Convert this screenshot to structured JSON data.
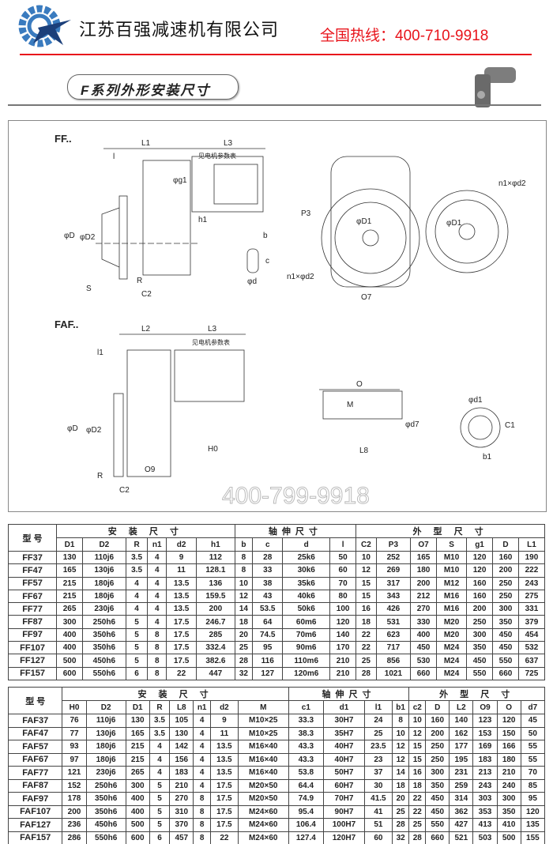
{
  "header": {
    "company": "江苏百强减速机有限公司",
    "hotline": "全国热线：400-710-9918",
    "section_title": "F系列外形安装尺寸",
    "watermark": "400-799-9918"
  },
  "colors": {
    "accent": "#e8141b",
    "logo_blue": "#3a7bbf",
    "logo_dark": "#1b3f7a"
  },
  "drawing": {
    "ff_label": "FF..",
    "faf_label": "FAF..",
    "motor_note": "见电机参数表",
    "ff": {
      "L1": "L1",
      "L3": "L3",
      "l": "l",
      "g1": "φg1",
      "h1": "h1",
      "D": "φD",
      "D2": "φD2",
      "S": "S",
      "R": "R",
      "C2": "C2",
      "b": "b",
      "c": "c",
      "d": "φd",
      "n1d2": "n1×φd2",
      "P3": "P3",
      "D1": "φD1",
      "O7": "O7",
      "n1d2b": "n1×φd2",
      "D1b": "φD1"
    },
    "faf": {
      "L2": "L2",
      "L3": "L3",
      "l1": "l1",
      "D": "φD",
      "D2": "φD2",
      "H0": "H0",
      "R": "R",
      "C2": "C2",
      "O9": "O9",
      "O": "O",
      "M": "M",
      "d7": "φd7",
      "L8": "L8",
      "d1": "φd1",
      "C1": "C1",
      "b1": "b1"
    }
  },
  "table_ff": {
    "model_header": "型 号",
    "groups": [
      "安 装 尺 寸",
      "轴伸尺寸",
      "外 型 尺 寸"
    ],
    "columns": [
      "D1",
      "D2",
      "R",
      "n1",
      "d2",
      "h1",
      "b",
      "c",
      "d",
      "l",
      "C2",
      "P3",
      "O7",
      "S",
      "g1",
      "D",
      "L1"
    ],
    "rows": [
      [
        "FF37",
        "130",
        "110j6",
        "3.5",
        "4",
        "9",
        "112",
        "8",
        "28",
        "25k6",
        "50",
        "10",
        "252",
        "165",
        "M10",
        "120",
        "160",
        "190"
      ],
      [
        "FF47",
        "165",
        "130j6",
        "3.5",
        "4",
        "11",
        "128.1",
        "8",
        "33",
        "30k6",
        "60",
        "12",
        "269",
        "180",
        "M10",
        "120",
        "200",
        "222"
      ],
      [
        "FF57",
        "215",
        "180j6",
        "4",
        "4",
        "13.5",
        "136",
        "10",
        "38",
        "35k6",
        "70",
        "15",
        "317",
        "200",
        "M12",
        "160",
        "250",
        "243"
      ],
      [
        "FF67",
        "215",
        "180j6",
        "4",
        "4",
        "13.5",
        "159.5",
        "12",
        "43",
        "40k6",
        "80",
        "15",
        "343",
        "212",
        "M16",
        "160",
        "250",
        "275"
      ],
      [
        "FF77",
        "265",
        "230j6",
        "4",
        "4",
        "13.5",
        "200",
        "14",
        "53.5",
        "50k6",
        "100",
        "16",
        "426",
        "270",
        "M16",
        "200",
        "300",
        "331"
      ],
      [
        "FF87",
        "300",
        "250h6",
        "5",
        "4",
        "17.5",
        "246.7",
        "18",
        "64",
        "60m6",
        "120",
        "18",
        "531",
        "330",
        "M20",
        "250",
        "350",
        "379"
      ],
      [
        "FF97",
        "400",
        "350h6",
        "5",
        "8",
        "17.5",
        "285",
        "20",
        "74.5",
        "70m6",
        "140",
        "22",
        "623",
        "400",
        "M20",
        "300",
        "450",
        "454"
      ],
      [
        "FF107",
        "400",
        "350h6",
        "5",
        "8",
        "17.5",
        "332.4",
        "25",
        "95",
        "90m6",
        "170",
        "22",
        "717",
        "450",
        "M24",
        "350",
        "450",
        "532"
      ],
      [
        "FF127",
        "500",
        "450h6",
        "5",
        "8",
        "17.5",
        "382.6",
        "28",
        "116",
        "110m6",
        "210",
        "25",
        "856",
        "530",
        "M24",
        "450",
        "550",
        "637"
      ],
      [
        "FF157",
        "600",
        "550h6",
        "6",
        "8",
        "22",
        "447",
        "32",
        "127",
        "120m6",
        "210",
        "28",
        "1021",
        "660",
        "M24",
        "550",
        "660",
        "725"
      ]
    ]
  },
  "table_faf": {
    "model_header": "型 号",
    "groups": [
      "安 装 尺 寸",
      "轴伸尺寸",
      "外 型 尺 寸"
    ],
    "columns": [
      "H0",
      "D2",
      "D1",
      "R",
      "L8",
      "n1",
      "d2",
      "M",
      "c1",
      "d1",
      "l1",
      "b1",
      "c2",
      "D",
      "L2",
      "O9",
      "O",
      "d7"
    ],
    "rows": [
      [
        "FAF37",
        "76",
        "110j6",
        "130",
        "3.5",
        "105",
        "4",
        "9",
        "M10×25",
        "33.3",
        "30H7",
        "24",
        "8",
        "10",
        "160",
        "140",
        "123",
        "120",
        "45"
      ],
      [
        "FAF47",
        "77",
        "130j6",
        "165",
        "3.5",
        "130",
        "4",
        "11",
        "M10×25",
        "38.3",
        "35H7",
        "25",
        "10",
        "12",
        "200",
        "162",
        "153",
        "150",
        "50"
      ],
      [
        "FAF57",
        "93",
        "180j6",
        "215",
        "4",
        "142",
        "4",
        "13.5",
        "M16×40",
        "43.3",
        "40H7",
        "23.5",
        "12",
        "15",
        "250",
        "177",
        "169",
        "166",
        "55"
      ],
      [
        "FAF67",
        "97",
        "180j6",
        "215",
        "4",
        "156",
        "4",
        "13.5",
        "M16×40",
        "43.3",
        "40H7",
        "23",
        "12",
        "15",
        "250",
        "195",
        "183",
        "180",
        "55"
      ],
      [
        "FAF77",
        "121",
        "230j6",
        "265",
        "4",
        "183",
        "4",
        "13.5",
        "M16×40",
        "53.8",
        "50H7",
        "37",
        "14",
        "16",
        "300",
        "231",
        "213",
        "210",
        "70"
      ],
      [
        "FAF87",
        "152",
        "250h6",
        "300",
        "5",
        "210",
        "4",
        "17.5",
        "M20×50",
        "64.4",
        "60H7",
        "30",
        "18",
        "18",
        "350",
        "259",
        "243",
        "240",
        "85"
      ],
      [
        "FAF97",
        "178",
        "350h6",
        "400",
        "5",
        "270",
        "8",
        "17.5",
        "M20×50",
        "74.9",
        "70H7",
        "41.5",
        "20",
        "22",
        "450",
        "314",
        "303",
        "300",
        "95"
      ],
      [
        "FAF107",
        "200",
        "350h6",
        "400",
        "5",
        "310",
        "8",
        "17.5",
        "M24×60",
        "95.4",
        "90H7",
        "41",
        "25",
        "22",
        "450",
        "362",
        "353",
        "350",
        "120"
      ],
      [
        "FAF127",
        "236",
        "450h6",
        "500",
        "5",
        "370",
        "8",
        "17.5",
        "M24×60",
        "106.4",
        "100H7",
        "51",
        "28",
        "25",
        "550",
        "427",
        "413",
        "410",
        "135"
      ],
      [
        "FAF157",
        "286",
        "550h6",
        "600",
        "6",
        "457",
        "8",
        "22",
        "M24×60",
        "127.4",
        "120H7",
        "60",
        "32",
        "28",
        "660",
        "521",
        "503",
        "500",
        "155"
      ]
    ]
  }
}
